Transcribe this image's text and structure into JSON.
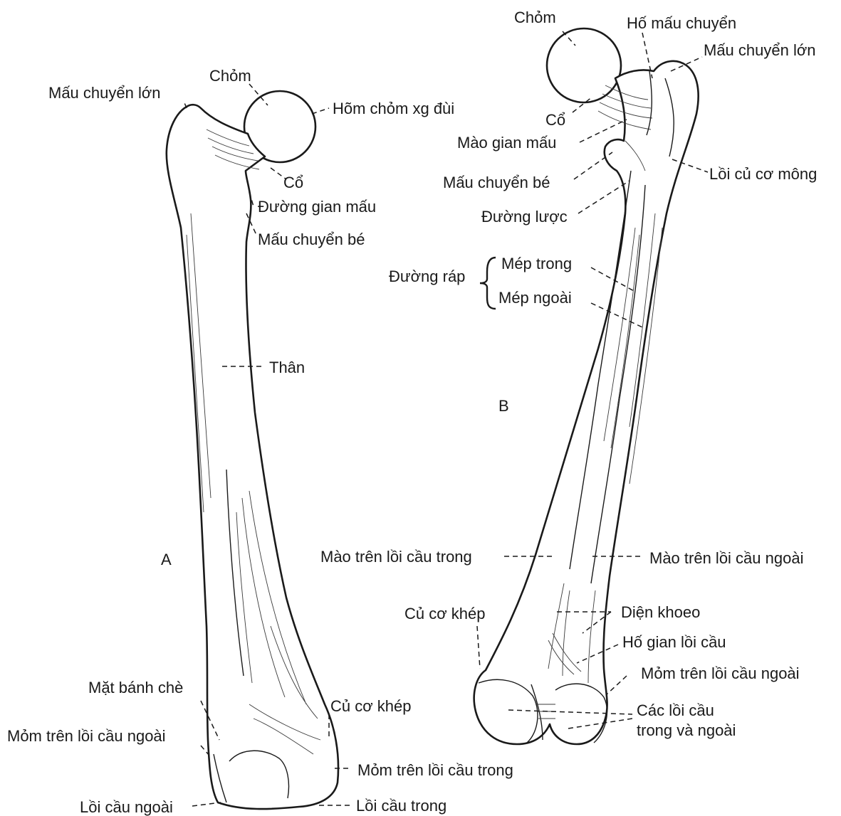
{
  "panels": {
    "a": "A",
    "b": "B"
  },
  "labels_a": {
    "mau_chuyen_lon": "Mấu chuyển lớn",
    "chom": "Chỏm",
    "hom_chom": "Hõm chỏm xg đùi",
    "co": "Cổ",
    "duong_gian_mau": "Đường gian mấu",
    "mau_chuyen_be": "Mấu chuyển bé",
    "than": "Thân",
    "mat_banh_che": "Mặt bánh chè",
    "mom_tren_loi_cau_ngoai": "Mỏm trên lồi cầu ngoài",
    "loi_cau_ngoai": "Lồi cầu ngoài",
    "cu_co_khep": "Củ cơ khép",
    "mom_tren_loi_cau_trong": "Mỏm trên lồi cầu trong",
    "loi_cau_trong": "Lồi cầu trong"
  },
  "labels_b": {
    "chom": "Chỏm",
    "ho_mau_chuyen": "Hố mấu chuyển",
    "mau_chuyen_lon": "Mấu chuyển lớn",
    "co": "Cổ",
    "mao_gian_mau": "Mào gian mấu",
    "mau_chuyen_be": "Mấu chuyển bé",
    "loi_cu_co_mong": "Lồi củ cơ mông",
    "duong_luoc": "Đường lược",
    "duong_rap": "Đường ráp",
    "mep_trong": "Mép trong",
    "mep_ngoai": "Mép ngoài",
    "mao_tren_loi_cau_trong": "Mào trên lồi cầu trong",
    "mao_tren_loi_cau_ngoai": "Mào trên lồi cầu ngoài",
    "cu_co_khep": "Củ cơ khép",
    "dien_khoeo": "Diện khoeo",
    "ho_gian_loi_cau": "Hố gian lồi cầu",
    "mom_tren_loi_cau_ngoai": "Mỏm trên lồi cầu ngoài",
    "cac_loi_cau_1": "Các lồi cầu",
    "cac_loi_cau_2": "trong và ngoài"
  }
}
